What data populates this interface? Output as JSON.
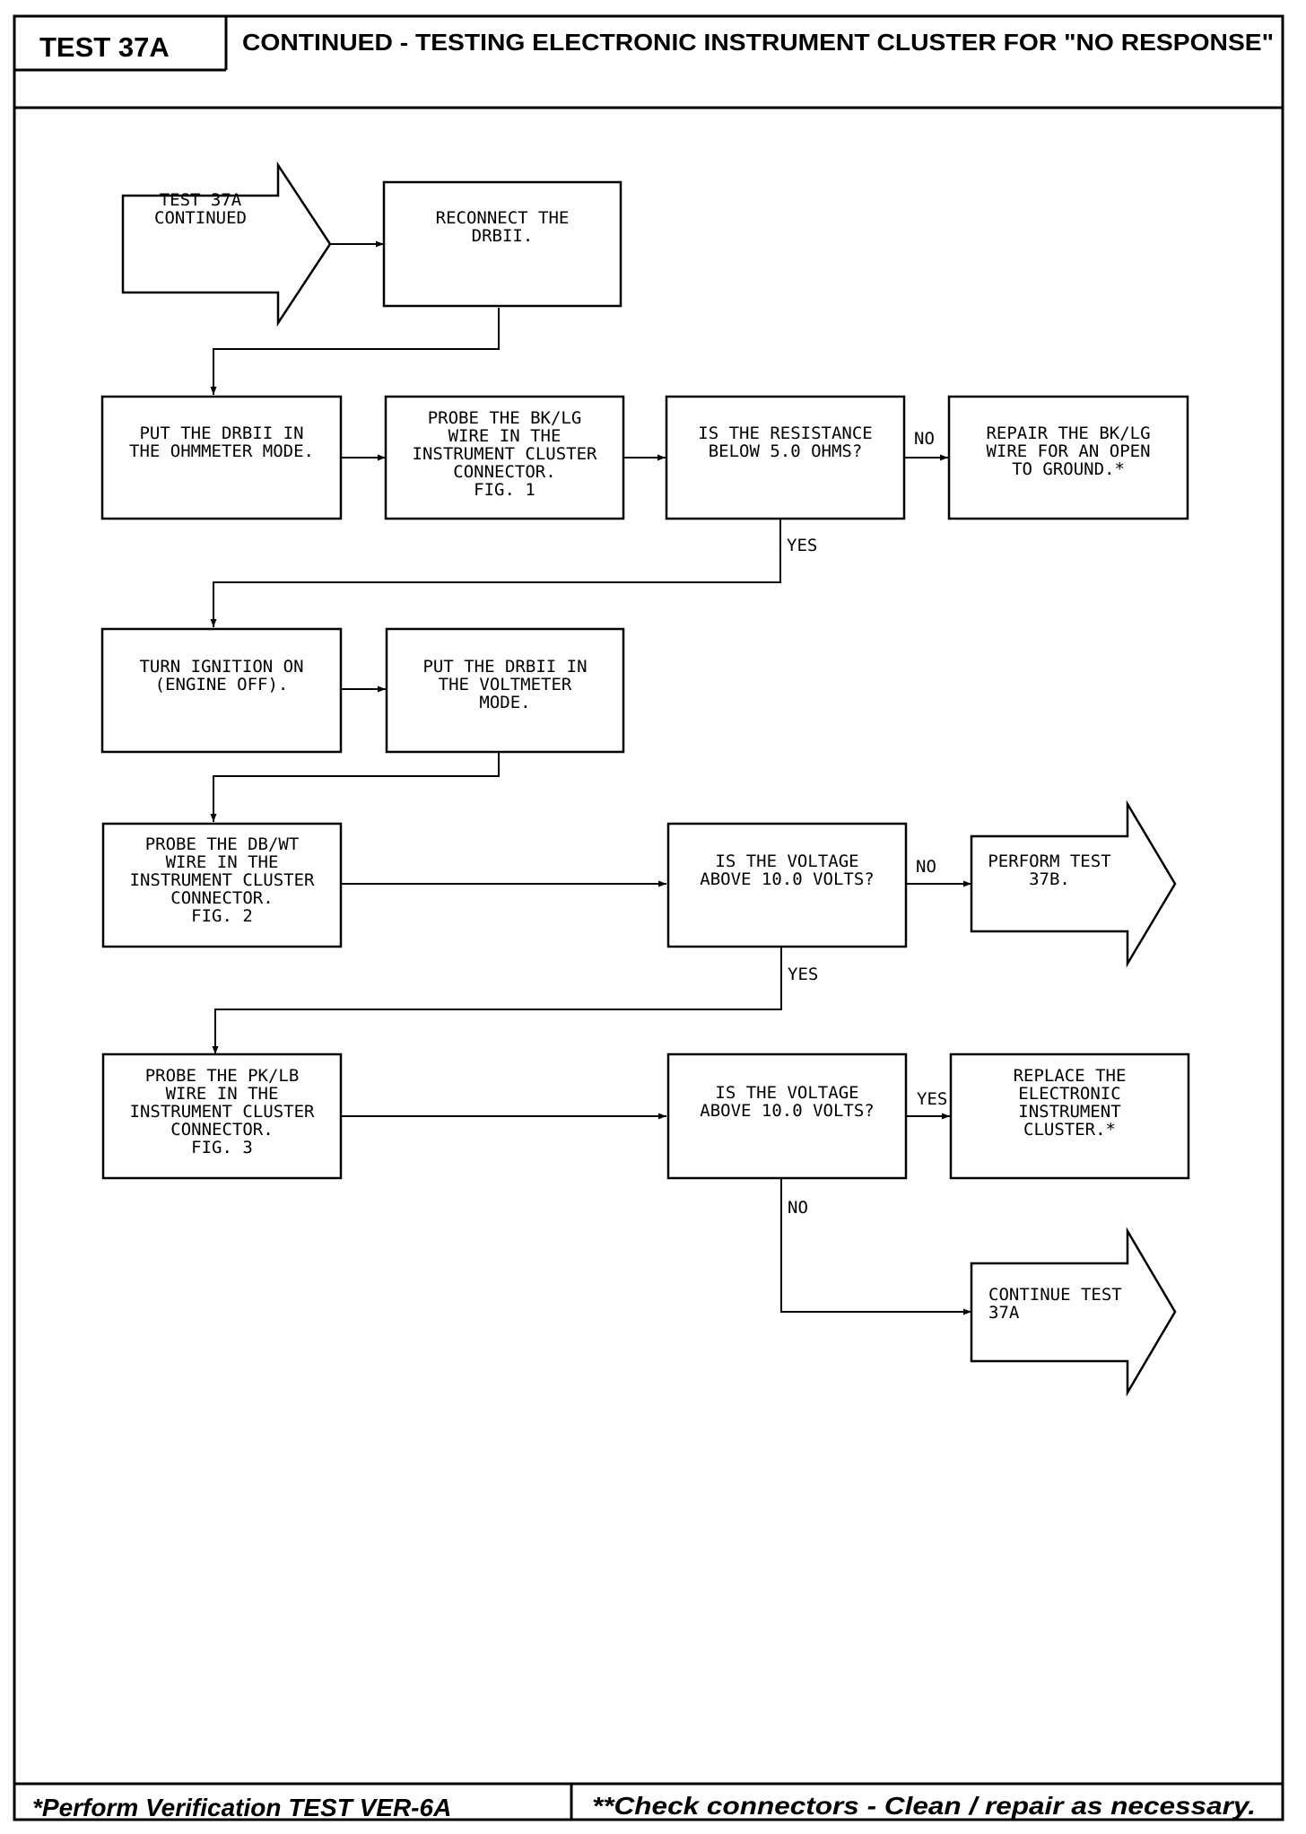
{
  "header": {
    "test_id": "TEST 37A",
    "title": "CONTINUED - TESTING ELECTRONIC INSTRUMENT CLUSTER FOR \"NO RESPONSE\""
  },
  "footer": {
    "left": "*Perform Verification TEST VER-6A",
    "right": "**Check connectors - Clean / repair as necessary."
  },
  "flowchart": {
    "start": [
      "TEST 37A",
      "CONTINUED"
    ],
    "reconnect": [
      "RECONNECT THE",
      "DRBII."
    ],
    "ohmmeter": [
      "PUT THE DRBII IN",
      "THE OHMMETER MODE."
    ],
    "probe_bklg": [
      "PROBE THE BK/LG",
      "WIRE IN THE",
      "INSTRUMENT CLUSTER",
      "CONNECTOR.",
      "FIG. 1"
    ],
    "resistance_q": [
      "IS THE RESISTANCE",
      "BELOW 5.0 OHMS?"
    ],
    "repair_bklg": [
      "REPAIR THE BK/LG",
      "WIRE FOR AN OPEN",
      "TO GROUND.*"
    ],
    "ignition": [
      "TURN IGNITION ON",
      "(ENGINE OFF)."
    ],
    "voltmeter": [
      "PUT THE DRBII IN",
      "THE VOLTMETER",
      "MODE."
    ],
    "probe_dbwt": [
      "PROBE THE DB/WT",
      "WIRE IN THE",
      "INSTRUMENT CLUSTER",
      "CONNECTOR.",
      "FIG. 2"
    ],
    "voltage_q1": [
      "IS THE VOLTAGE",
      "ABOVE 10.0 VOLTS?"
    ],
    "perform_37b": [
      "PERFORM TEST",
      "37B."
    ],
    "probe_pklb": [
      "PROBE THE PK/LB",
      "WIRE IN THE",
      "INSTRUMENT CLUSTER",
      "CONNECTOR.",
      "FIG. 3"
    ],
    "voltage_q2": [
      "IS THE VOLTAGE",
      "ABOVE 10.0 VOLTS?"
    ],
    "replace_cluster": [
      "REPLACE THE",
      "ELECTRONIC",
      "INSTRUMENT",
      "CLUSTER.*"
    ],
    "continue_37a": [
      "CONTINUE TEST",
      "37A"
    ],
    "labels": {
      "no_1": "NO",
      "yes_1": "YES",
      "no_2": "NO",
      "yes_2": "YES",
      "yes_3": "YES",
      "no_3": "NO"
    }
  }
}
